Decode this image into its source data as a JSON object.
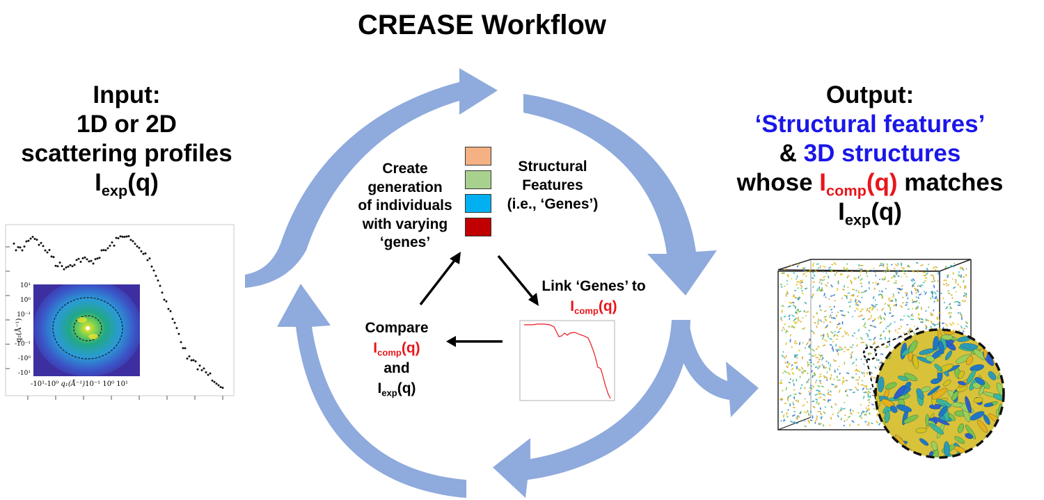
{
  "title": "CREASE Workflow",
  "input": {
    "lines": [
      "Input:",
      "1D or 2D",
      "scattering profiles"
    ],
    "iexp": {
      "base": "I",
      "sub": "exp",
      "arg": "(q)"
    }
  },
  "inset_axes": {
    "y_ticks": [
      "10¹",
      "10⁰",
      "10⁻¹",
      "-10⁻¹",
      "-10⁰",
      "-10¹"
    ],
    "x_ticks": "-10¹-10⁰ ",
    "x_label": "q₁(Å⁻¹)",
    "x_ticks_right": "10⁻¹ 10⁰ 10¹",
    "y_label": "q₂(Å⁻¹)"
  },
  "cycle": {
    "create_lines": [
      "Create",
      "generation",
      "of individuals",
      "with varying",
      "‘genes’"
    ],
    "features_lines": [
      "Structural",
      "Features",
      "(i.e., ‘Genes’)"
    ],
    "gene_colors": [
      "#f4b183",
      "#a9d18e",
      "#00b0f0",
      "#c00000"
    ],
    "link_line": "Link ‘Genes’ to",
    "icomp": {
      "base": "I",
      "sub": "comp",
      "arg": "(q)"
    },
    "compare_line": "Compare",
    "and_line": "and",
    "iexp": {
      "base": "I",
      "sub": "exp",
      "arg": "(q)"
    }
  },
  "output": {
    "label": "Output:",
    "features": "‘Structural features’",
    "amp": "& ",
    "structures": "3D structures",
    "whose": "whose ",
    "icomp": {
      "base": "I",
      "sub": "comp",
      "arg": "(q)"
    },
    "matches": " matches",
    "iexp": {
      "base": "I",
      "sub": "exp",
      "arg": "(q)"
    }
  },
  "colors": {
    "arrow": "#8faadc",
    "red": "#e8151b",
    "blue": "#1a16e8"
  }
}
